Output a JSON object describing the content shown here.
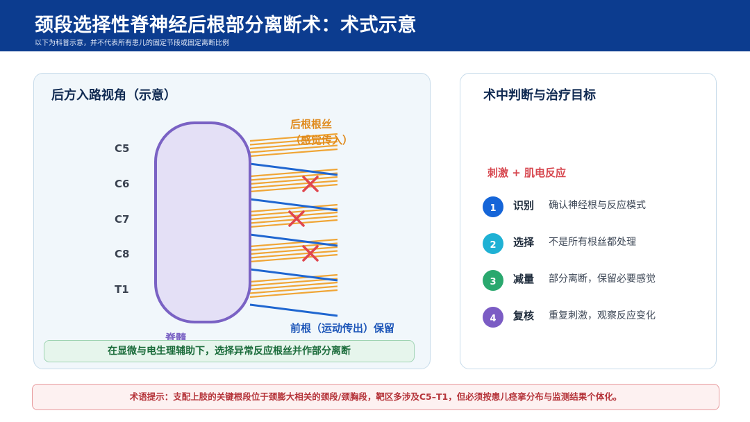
{
  "header": {
    "title": "颈段选择性脊神经后根部分离断术：术式示意",
    "subtitle": "以下为科普示意，并不代表所有患儿的固定节段或固定离断比例",
    "background_color": "#0c3c8f"
  },
  "left_panel": {
    "title": "后方入路视角（示意）",
    "levels": [
      "C5",
      "C6",
      "C7",
      "C8",
      "T1"
    ],
    "spine_label": "脊髓",
    "dorsal_label_line1": "后根根丝",
    "dorsal_label_line2": "（感觉传入）",
    "ventral_label": "前根（运动传出）保留",
    "caption": "在显微与电生理辅助下，选择异常反应根丝并作部分离断",
    "colors": {
      "spinal_cord_fill": "#e4e0f6",
      "spinal_cord_stroke": "#7a62c4",
      "dorsal_rootlet": "#f0a535",
      "ventral_root": "#1f66d0",
      "cut_mark": "#e0464e"
    },
    "cut_marks_icon": "cross-mark-icon"
  },
  "right_panel": {
    "title": "术中判断与治疗目标",
    "emg_label": "刺激 + 肌电反应",
    "emg_color": "#d7474f",
    "steps": [
      {
        "num": "1",
        "label": "识别",
        "desc": "确认神经根与反应模式",
        "color": "#1565d8"
      },
      {
        "num": "2",
        "label": "选择",
        "desc": "不是所有根丝都处理",
        "color": "#1fb1d4"
      },
      {
        "num": "3",
        "label": "减量",
        "desc": "部分离断，保留必要感觉",
        "color": "#2aa86e"
      },
      {
        "num": "4",
        "label": "复核",
        "desc": "重复刺激，观察反应变化",
        "color": "#7b5cc4"
      }
    ]
  },
  "footer_note": "术语提示：支配上肢的关键根段位于颈膨大相关的颈段/颈胸段，靶区多涉及C5–T1，但必须按患儿痉挛分布与监测结果个体化。"
}
